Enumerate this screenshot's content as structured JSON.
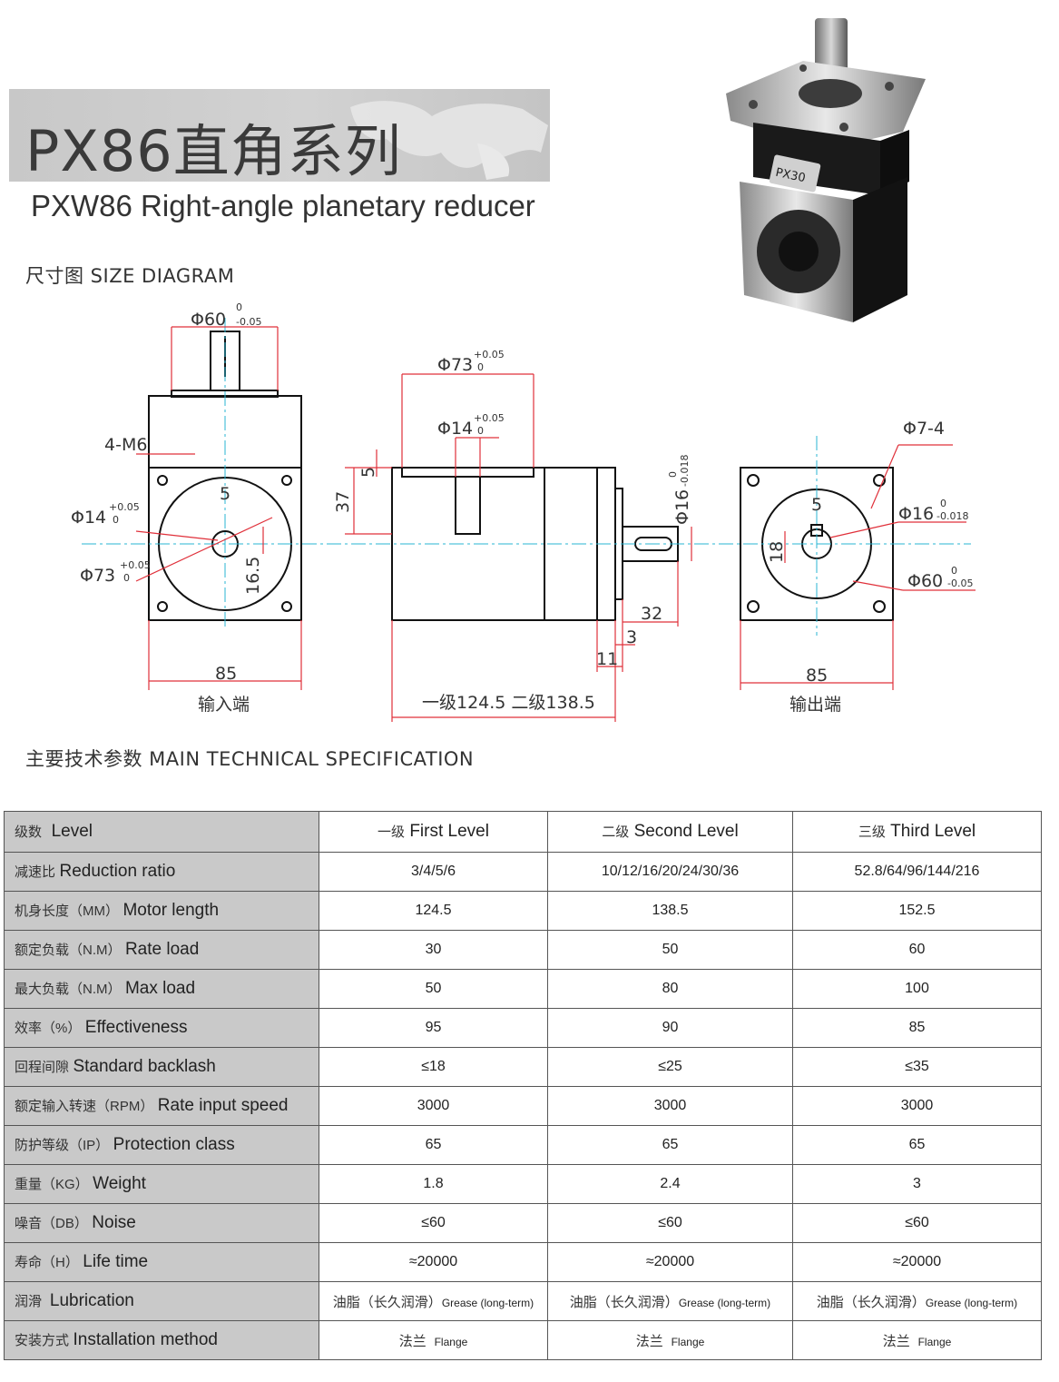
{
  "header": {
    "title": "PX86直角系列",
    "subtitle": "PXW86 Right-angle planetary reducer"
  },
  "sections": {
    "size_diagram": "尺寸图  SIZE  DIAGRAM",
    "main_spec": "主要技术参数  MAIN  TECHNICAL  SPECIFICATION"
  },
  "photo": {
    "label": "PX30"
  },
  "diagram": {
    "input_view": {
      "shaft_dia": "Φ60",
      "shaft_tol_upper": "0",
      "shaft_tol_lower": "-0.05",
      "screw": "4-M6",
      "bore_dia": "Φ14",
      "bore_tol_upper": "+0.05",
      "bore_tol_lower": "0",
      "pcd_dia": "Φ73",
      "pcd_tol_upper": "+0.05",
      "pcd_tol_lower": "0",
      "key_width": "5",
      "key_height": "16.5",
      "width": "85",
      "caption": "输入端"
    },
    "side_view": {
      "pcd_dia": "Φ73",
      "pcd_tol_upper": "+0.05",
      "pcd_tol_lower": "0",
      "bore_dia": "Φ14",
      "bore_tol_upper": "+0.05",
      "bore_tol_lower": "0",
      "depth": "37",
      "key": "5",
      "shaft_dia": "Φ16",
      "shaft_tol_upper": "0",
      "shaft_tol_lower": "-0.018",
      "d32": "32",
      "d3": "3",
      "d11": "11",
      "length": "一级124.5  二级138.5"
    },
    "output_view": {
      "holes": "Φ7-4",
      "shaft_dia": "Φ16",
      "shaft_tol_upper": "0",
      "shaft_tol_lower": "-0.018",
      "pilot_dia": "Φ60",
      "pilot_tol_upper": "0",
      "pilot_tol_lower": "-0.05",
      "key": "5",
      "key_height": "18",
      "width": "85",
      "caption": "输出端"
    }
  },
  "table": {
    "header": {
      "label_cn": "级数",
      "label_en": "Level",
      "columns": [
        {
          "cn": "一级",
          "en": "First Level"
        },
        {
          "cn": "二级",
          "en": "Second Level"
        },
        {
          "cn": "三级",
          "en": "Third Level"
        }
      ]
    },
    "rows": [
      {
        "cn": "减速比",
        "en": "Reduction ratio",
        "values": [
          "3/4/5/6",
          "10/12/16/20/24/30/36",
          "52.8/64/96/144/216"
        ]
      },
      {
        "cn": "机身长度（MM）",
        "en": "Motor length",
        "values": [
          "124.5",
          "138.5",
          "152.5"
        ]
      },
      {
        "cn": "额定负载（N.M）",
        "en": "Rate load",
        "values": [
          "30",
          "50",
          "60"
        ]
      },
      {
        "cn": "最大负载（N.M）",
        "en": "Max load",
        "values": [
          "50",
          "80",
          "100"
        ]
      },
      {
        "cn": "效率（%）",
        "en": "Effectiveness",
        "values": [
          "95",
          "90",
          "85"
        ]
      },
      {
        "cn": "回程间隙",
        "en": "Standard backlash",
        "values": [
          "≤18",
          "≤25",
          "≤35"
        ]
      },
      {
        "cn": "额定输入转速（RPM）",
        "en": "Rate input speed",
        "values": [
          "3000",
          "3000",
          "3000"
        ]
      },
      {
        "cn": "防护等级（IP）",
        "en": "Protection class",
        "values": [
          "65",
          "65",
          "65"
        ]
      },
      {
        "cn": "重量（KG）",
        "en": "Weight",
        "values": [
          "1.8",
          "2.4",
          "3"
        ]
      },
      {
        "cn": "噪音（DB）",
        "en": "Noise",
        "values": [
          "≤60",
          "≤60",
          "≤60"
        ]
      },
      {
        "cn": "寿命（H）",
        "en": "Life time",
        "values": [
          "≈20000",
          "≈20000",
          "≈20000"
        ]
      }
    ],
    "lubrication": {
      "cn": "润滑",
      "en": "Lubrication",
      "value_cn": "油脂（长久润滑）",
      "value_en": "Grease (long-term)"
    },
    "installation": {
      "cn": "安装方式",
      "en": "Installation method",
      "value_cn": "法兰",
      "value_en": "Flange"
    }
  }
}
